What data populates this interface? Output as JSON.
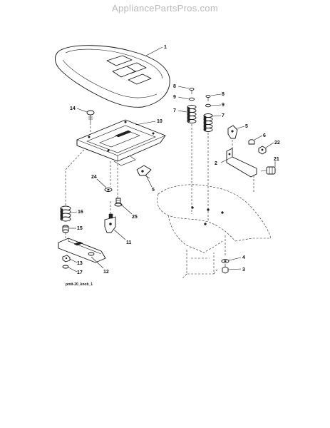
{
  "site": {
    "watermark": "AppliancePartsPros.com"
  },
  "diagram": {
    "caption": "pmit-20_knob_1",
    "callouts": {
      "seat": "1",
      "bolt_8_left": "8",
      "bolt_8_right": "8",
      "washer_9_left": "9",
      "washer_9_right": "9",
      "spring_7_left": "7",
      "spring_7_right": "7",
      "screw_14": "14",
      "seat_pan_10": "10",
      "latch_5_top": "5",
      "washer_6": "6",
      "nut_22": "22",
      "bracket_2": "2",
      "knob_21": "21",
      "washer_24": "24",
      "latch_5_mid": "5",
      "spring_16": "16",
      "bushing_25": "25",
      "spacer_15": "15",
      "bracket_11": "11",
      "nut_13": "13",
      "washer_17": "17",
      "plate_12": "12",
      "washer_4": "4",
      "bolt_3": "3"
    }
  }
}
